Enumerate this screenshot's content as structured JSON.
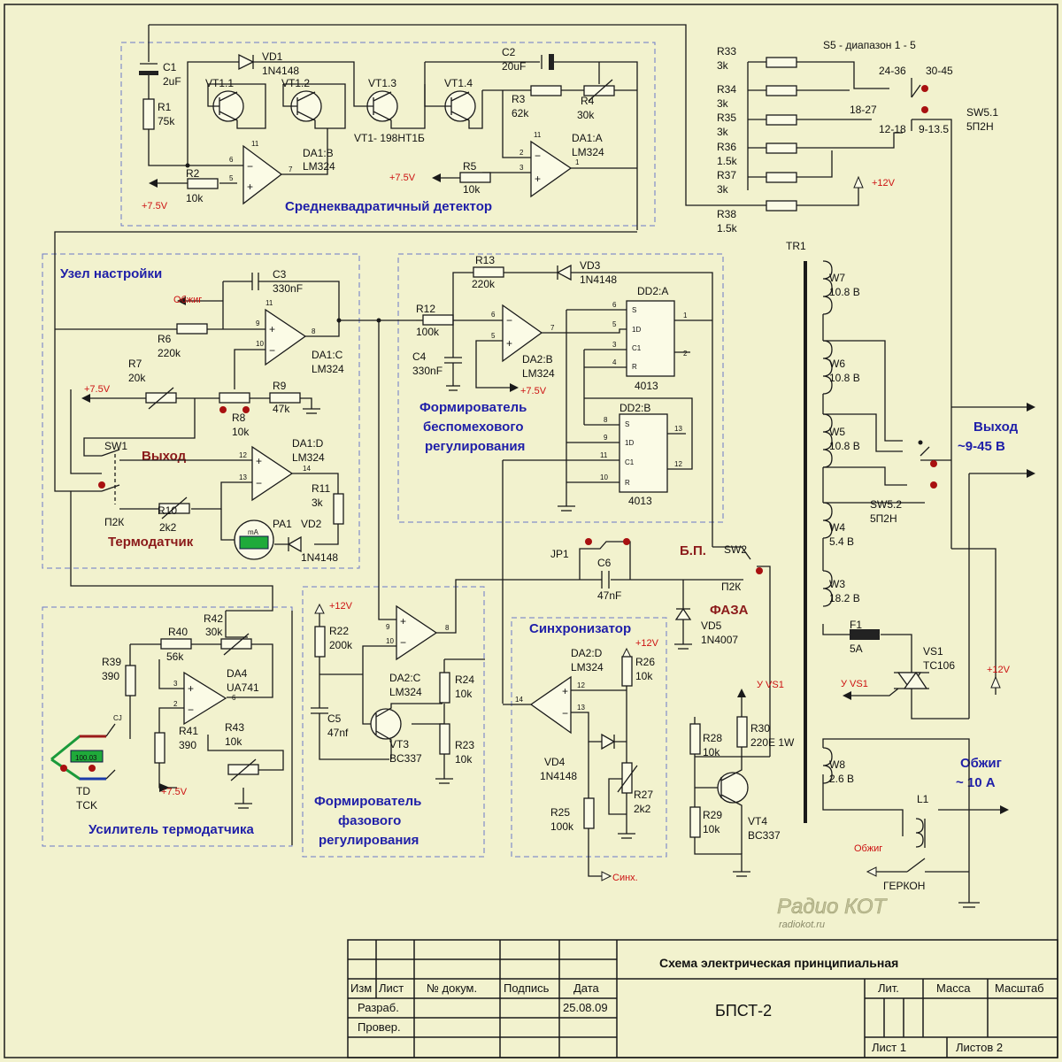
{
  "blocks": {
    "rms_detector": "Среднеквадратичный детектор",
    "tuning": "Узел настройки",
    "shaper_l1": "Формирователь",
    "shaper_l2": "беспомехового",
    "shaper_l3": "регулирования",
    "output_label": "Выход",
    "thermosensor": "Термодатчик",
    "sensor_amp": "Усилитель термодатчика",
    "phase_l1": "Формирователь",
    "phase_l2": "фазового",
    "phase_l3": "регулирования",
    "sync": "Синхронизатор",
    "out_l1": "Выход",
    "out_l2": "~9-45 В",
    "burn_l1": "Обжиг",
    "burn_l2": "~ 10 А",
    "bp": "Б.П.",
    "phase": "ФАЗА"
  },
  "components": {
    "C1": [
      "C1",
      "2uF"
    ],
    "R1": [
      "R1",
      "75k"
    ],
    "VD1": [
      "VD1",
      "1N4148"
    ],
    "VT11": "VT1.1",
    "VT12": "VT1.2",
    "VT13": "VT1.3",
    "VT14": "VT1.4",
    "VT1": "VT1- 198НТ1Б",
    "C2": [
      "C2",
      "20uF"
    ],
    "R3": [
      "R3",
      "62k"
    ],
    "R4": [
      "R4",
      "30k"
    ],
    "DA1B": [
      "DA1:B",
      "LM324"
    ],
    "DA1A": [
      "DA1:A",
      "LM324"
    ],
    "R2": [
      "R2",
      "10k"
    ],
    "R5": [
      "R5",
      "10k"
    ],
    "R33": [
      "R33",
      "3k"
    ],
    "R34": [
      "R34",
      "3k"
    ],
    "R35": [
      "R35",
      "3k"
    ],
    "R36": [
      "R36",
      "1.5k"
    ],
    "R37": [
      "R37",
      "3k"
    ],
    "R38": [
      "R38",
      "1.5k"
    ],
    "S5": "S5 - диапазон 1 - 5",
    "sw_r1": "24-36",
    "sw_r2": "30-45",
    "sw_r3": "18-27",
    "sw_r4": "12-18",
    "sw_r5": "9-13.5",
    "SW51": [
      "SW5.1",
      "5П2Н"
    ],
    "SW52": [
      "SW5.2",
      "5П2Н"
    ],
    "C3": [
      "C3",
      "330nF"
    ],
    "R6": [
      "R6",
      "220k"
    ],
    "DA1C": [
      "DA1:C",
      "LM324"
    ],
    "R7": [
      "R7",
      "20k"
    ],
    "R8": [
      "R8",
      "10k"
    ],
    "R9": [
      "R9",
      "47k"
    ],
    "SW1": "SW1",
    "P2K": "П2К",
    "R10": [
      "R10",
      "2k2"
    ],
    "DA1D": [
      "DA1:D",
      "LM324"
    ],
    "R11": [
      "R11",
      "3k"
    ],
    "PA1": "PA1",
    "mA": "mA",
    "VD2": [
      "VD2",
      "1N4148"
    ],
    "R13": [
      "R13",
      "220k"
    ],
    "VD3": [
      "VD3",
      "1N4148"
    ],
    "R12": [
      "R12",
      "100k"
    ],
    "C4": [
      "C4",
      "330nF"
    ],
    "DA2B": [
      "DA2:B",
      "LM324"
    ],
    "DD2A": [
      "DD2:A",
      "4013"
    ],
    "DD2B": [
      "DD2:B",
      "4013"
    ],
    "TR1": "TR1",
    "W7": [
      "W7",
      "10.8 В"
    ],
    "W6": [
      "W6",
      "10.8 В"
    ],
    "W5": [
      "W5",
      "10.8 В"
    ],
    "W4": [
      "W4",
      "5.4 В"
    ],
    "W3": [
      "W3",
      "18.2 В"
    ],
    "W8": [
      "W8",
      "2.6 В"
    ],
    "F1": [
      "F1",
      "5A"
    ],
    "VS1": [
      "VS1",
      "TC106"
    ],
    "L1": "L1",
    "JP1": "JP1",
    "C6": [
      "C6",
      "47nF"
    ],
    "SW2": "SW2",
    "P2K2": "П2К",
    "VD5": [
      "VD5",
      "1N4007"
    ],
    "R40": [
      "R40",
      "56k"
    ],
    "R42": [
      "R42",
      "30k"
    ],
    "R39": [
      "R39",
      "390"
    ],
    "DA4": [
      "DA4",
      "UA741"
    ],
    "R41": [
      "R41",
      "390"
    ],
    "R43": [
      "R43",
      "10k"
    ],
    "CJ": "CJ",
    "TD": [
      "TD",
      "TCK"
    ],
    "tdval": "100.03",
    "R22": [
      "R22",
      "200k"
    ],
    "C5": [
      "C5",
      "47nf"
    ],
    "DA2C": [
      "DA2:C",
      "LM324"
    ],
    "VT3": [
      "VT3",
      "BC337"
    ],
    "R24": [
      "R24",
      "10k"
    ],
    "R23": [
      "R23",
      "10k"
    ],
    "DA2D": [
      "DA2:D",
      "LM324"
    ],
    "R26": [
      "R26",
      "10k"
    ],
    "VD4": [
      "VD4",
      "1N4148"
    ],
    "R27": [
      "R27",
      "2k2"
    ],
    "R25": [
      "R25",
      "100k"
    ],
    "R28": [
      "R28",
      "10k"
    ],
    "R29": [
      "R29",
      "10k"
    ],
    "R30": [
      "R30",
      "220E 1W"
    ],
    "VT4": [
      "VT4",
      "BC337"
    ],
    "herkon": "ГЕРКОН"
  },
  "nets": {
    "p75": "+7.5V",
    "p12": "+12V",
    "uvs1": "У VS1",
    "burn": "Обжиг",
    "sync": "Синх."
  },
  "title_block": {
    "title": "Схема электрическая принципиальная",
    "name": "БПСТ-2",
    "izm": "Изм",
    "list": "Лист",
    "doc": "№ докум.",
    "sign": "Подпись",
    "date": "Дата",
    "date_val": "25.08.09",
    "razrab": "Разраб.",
    "prover": "Провер.",
    "lit": "Лит.",
    "mass": "Масса",
    "scale": "Масштаб",
    "sheet": "Лист 1",
    "sheets": "Листов 2"
  },
  "watermark": {
    "brand": "Радио КОТ",
    "url": "radiokot.ru"
  }
}
